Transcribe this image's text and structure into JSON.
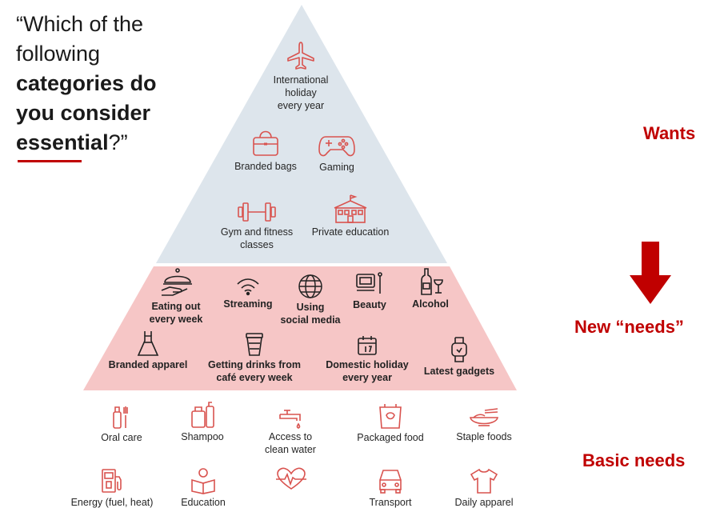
{
  "question": {
    "line1": "“Which of the",
    "line2": "following",
    "line3": "categories do",
    "line4": "you consider",
    "line5_bold": "essential",
    "line5_rest": "?”"
  },
  "side_labels": {
    "wants": "Wants",
    "new_needs": "New “needs”",
    "basic_needs": "Basic needs"
  },
  "colors": {
    "accent_red": "#c00000",
    "wants_fill": "#dde5ec",
    "new_needs_fill": "#f6c6c6",
    "icon_red": "#d9534f"
  },
  "wants": [
    {
      "label": "International\nholiday\nevery year",
      "icon": "airplane-icon"
    },
    {
      "label": "Branded bags",
      "icon": "handbag-icon"
    },
    {
      "label": "Gaming",
      "icon": "game-controller-icon"
    },
    {
      "label": "Gym and fitness\nclasses",
      "icon": "dumbbell-icon"
    },
    {
      "label": "Private education",
      "icon": "school-building-icon"
    }
  ],
  "new_needs": [
    {
      "label": "Eating out\nevery week",
      "icon": "cloche-serving-icon"
    },
    {
      "label": "Streaming",
      "icon": "wifi-signal-icon"
    },
    {
      "label": "Using\nsocial media",
      "icon": "globe-icon"
    },
    {
      "label": "Beauty",
      "icon": "makeup-mirror-icon"
    },
    {
      "label": "Alcohol",
      "icon": "wine-bottle-glass-icon"
    },
    {
      "label": "Branded apparel",
      "icon": "dress-icon"
    },
    {
      "label": "Getting drinks from\ncafé every week",
      "icon": "coffee-cup-icon"
    },
    {
      "label": "Domestic holiday\nevery year",
      "icon": "calendar-icon"
    },
    {
      "label": "Latest gadgets",
      "icon": "smartwatch-icon"
    }
  ],
  "basic_needs": [
    {
      "label": "Oral care",
      "icon": "toothbrush-icon"
    },
    {
      "label": "Shampoo",
      "icon": "shampoo-bottle-icon"
    },
    {
      "label": "Access to\nclean water",
      "icon": "water-tap-icon"
    },
    {
      "label": "Packaged food",
      "icon": "packaged-food-icon"
    },
    {
      "label": "Staple foods",
      "icon": "rice-bowl-icon"
    },
    {
      "label": "Energy (fuel, heat)",
      "icon": "fuel-pump-icon"
    },
    {
      "label": "Education",
      "icon": "reading-person-icon"
    },
    {
      "label": "",
      "icon": "heartbeat-icon"
    },
    {
      "label": "Transport",
      "icon": "car-icon"
    },
    {
      "label": "Daily apparel",
      "icon": "tshirt-icon"
    }
  ]
}
